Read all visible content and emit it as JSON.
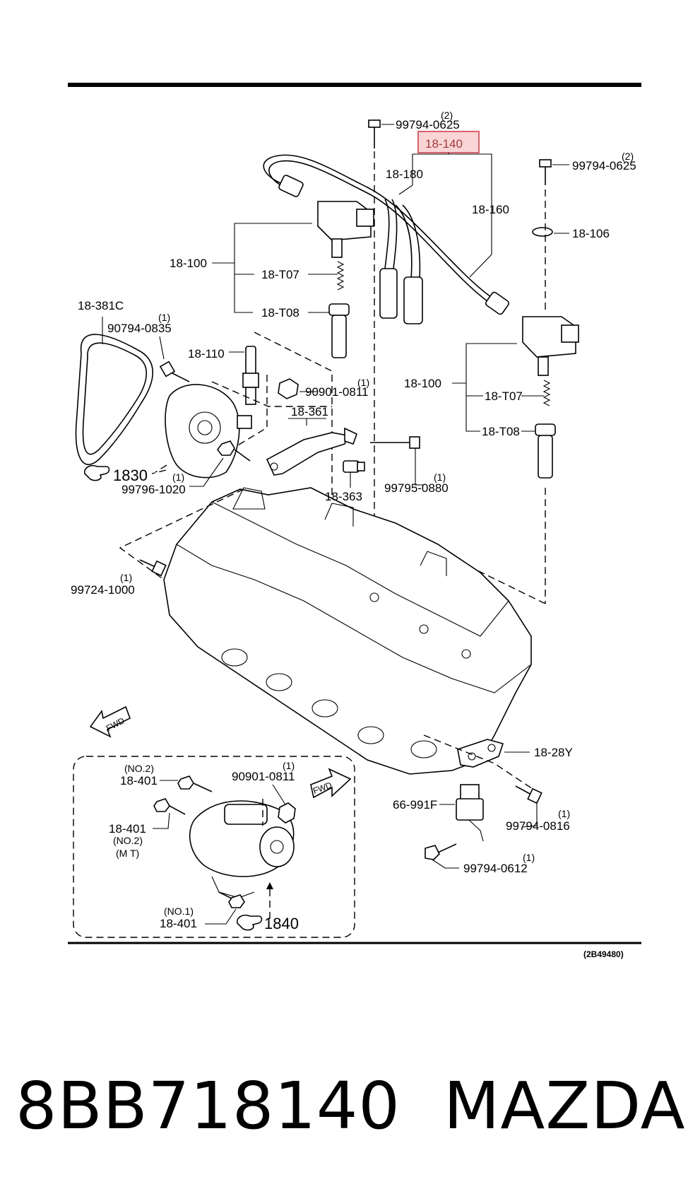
{
  "footer": {
    "part_number": "8BB718140",
    "brand": "MAZDA"
  },
  "diagram_code": "(2B49480)",
  "highlight_color": "#d9636b",
  "callouts": {
    "c_99794_0625_a": "99794-0625",
    "c_99794_0625_a_qty": "(2)",
    "c_18_140": "18-140",
    "c_18_180": "18-180",
    "c_18_160": "18-160",
    "c_99794_0625_b": "99794-0625",
    "c_99794_0625_b_qty": "(2)",
    "c_18_106": "18-106",
    "c_18_100_a": "18-100",
    "c_18_T07_a": "18-T07",
    "c_18_T08_a": "18-T08",
    "c_18_381C": "18-381C",
    "c_90794_0835": "90794-0835",
    "c_90794_0835_qty": "(1)",
    "c_18_110": "18-110",
    "c_90901_0811_a": "90901-0811",
    "c_90901_0811_a_qty": "(1)",
    "c_18_100_b": "18-100",
    "c_18_T07_b": "18-T07",
    "c_18_T08_b": "18-T08",
    "c_18_361": "18-361",
    "c_1830": "1830",
    "c_99796_1020": "99796-1020",
    "c_99796_1020_qty": "(1)",
    "c_18_363": "18-363",
    "c_99795_0880": "99795-0880",
    "c_99795_0880_qty": "(1)",
    "c_99724_1000": "99724-1000",
    "c_99724_1000_qty": "(1)",
    "c_fwd_a": "FWD",
    "c_18_28Y": "18-28Y",
    "c_no2_a": "(NO.2)",
    "c_18_401_a": "18-401",
    "c_90901_0811_b": "90901-0811",
    "c_90901_0811_b_qty": "(1)",
    "c_fwd_b": "FWD",
    "c_18_401_b": "18-401",
    "c_no2_b": "(NO.2)",
    "c_mt": "(M T)",
    "c_66_991F": "66-991F",
    "c_99794_0816": "99794-0816",
    "c_99794_0816_qty": "(1)",
    "c_99794_0612": "99794-0612",
    "c_99794_0612_qty": "(1)",
    "c_no1": "(NO.1)",
    "c_18_401_c": "18-401",
    "c_1840": "1840"
  }
}
